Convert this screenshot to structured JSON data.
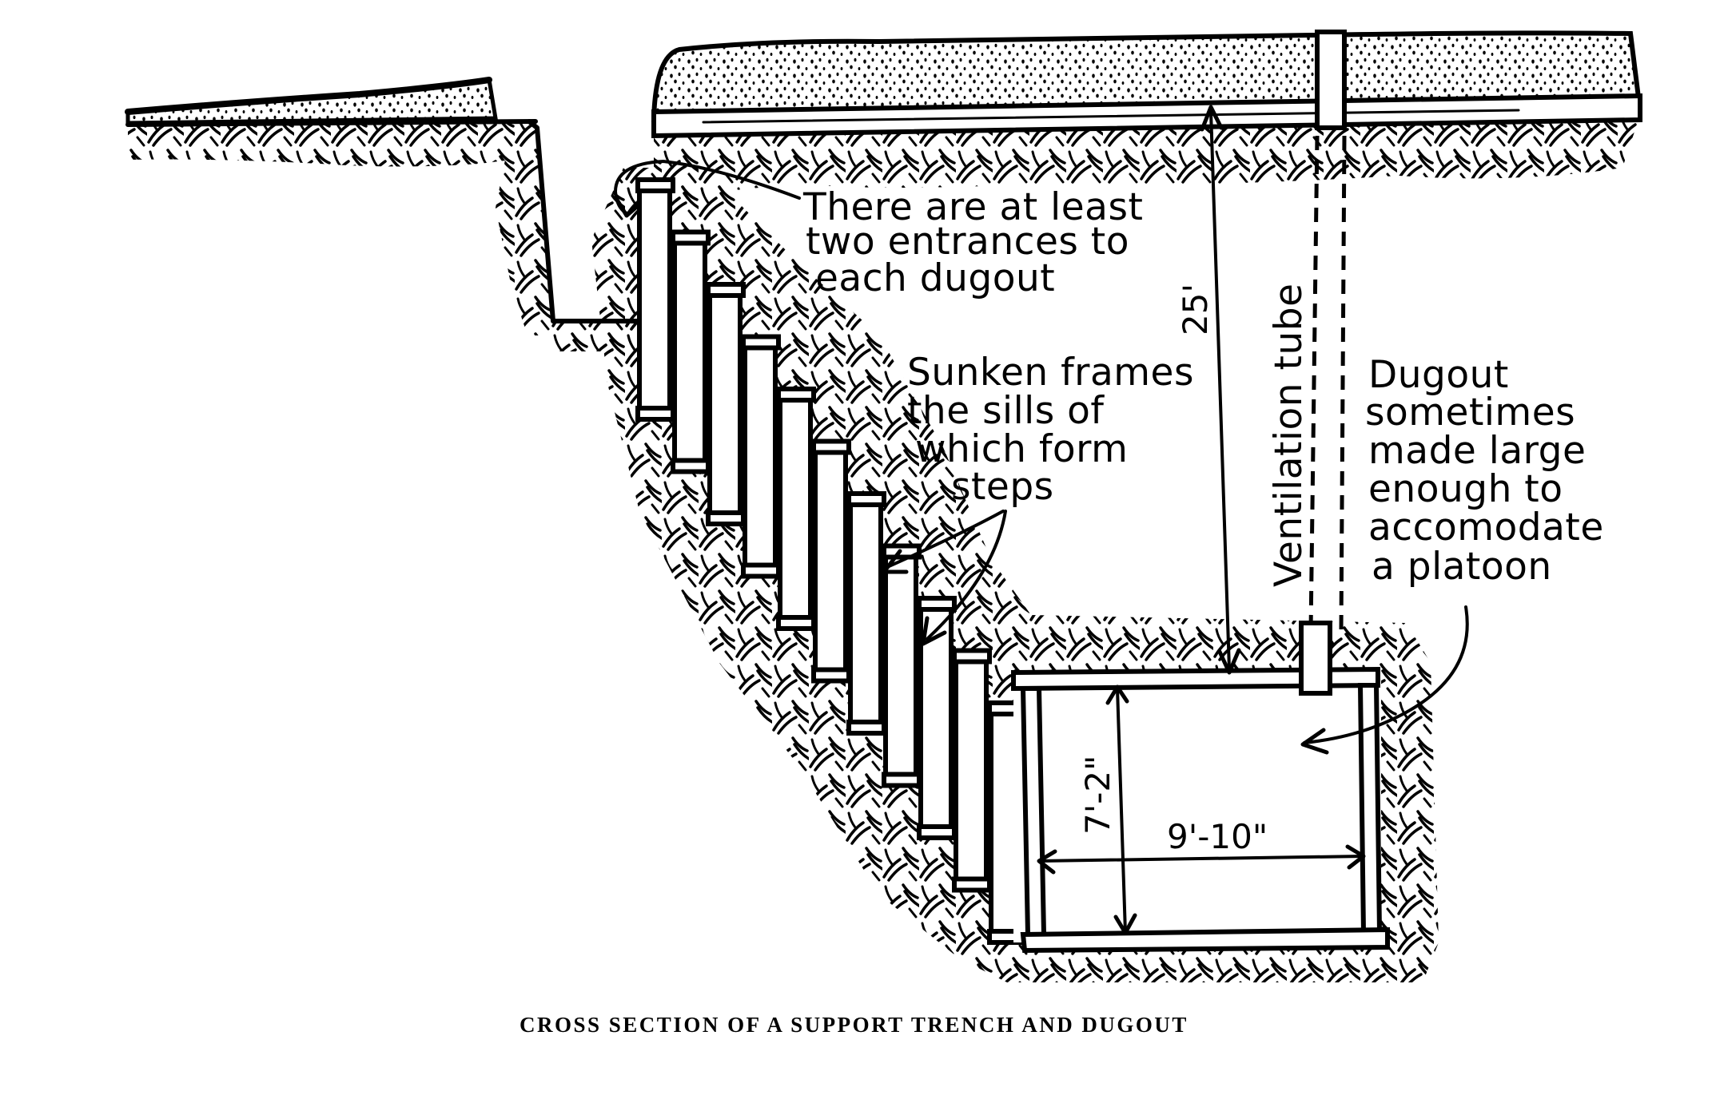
{
  "diagram": {
    "caption": "CROSS SECTION OF A SUPPORT TRENCH AND DUGOUT",
    "ink_color": "#000000",
    "paper_color": "#ffffff",
    "labels": {
      "entrances": [
        "There are at least",
        "two entrances to",
        "each dugout"
      ],
      "frames": [
        "Sunken frames",
        "the sills of",
        "which form",
        "steps"
      ],
      "dugout": [
        "Dugout",
        "sometimes",
        "made large",
        "enough to",
        "accomodate",
        "a platoon"
      ],
      "ventilation": "Ventilation tube",
      "depth": "25'",
      "height": "7'-2\"",
      "width": "9'-10\""
    },
    "measurements": {
      "depth_below_surface": "25 ft",
      "dugout_height": "7 ft 2 in",
      "dugout_width": "9 ft 10 in"
    },
    "step_frame_count": 11,
    "parts": [
      "surface sandbag layer",
      "topsoil layer",
      "trench",
      "stair frames",
      "dugout chamber",
      "ventilation tube"
    ]
  }
}
